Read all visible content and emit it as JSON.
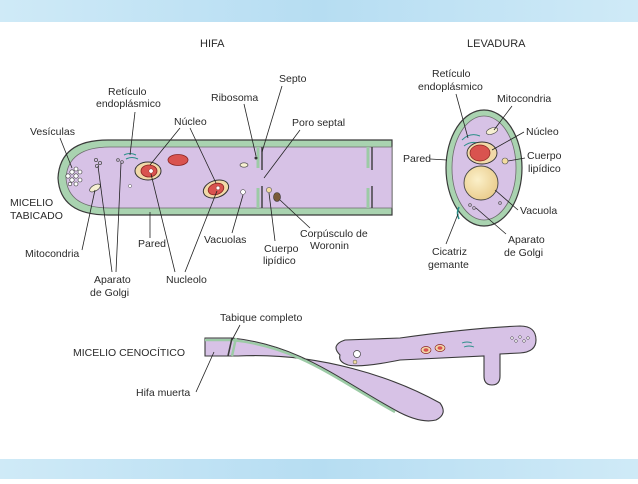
{
  "titles": {
    "hifa": "HIFA",
    "levadura": "LEVADURA",
    "micelio_tabicado": [
      "MICELIO",
      "TABICADO"
    ],
    "micelio_cenocitico": "MICELIO CENOCÍTICO"
  },
  "hifa_labels": {
    "reticulo": [
      "Retículo",
      "endoplásmico"
    ],
    "vesiculas": "Vesículas",
    "nucleo": "Núcleo",
    "ribosoma": "Ribosoma",
    "septo": "Septo",
    "poro_septal": "Poro septal",
    "mitocondria": "Mitocondria",
    "aparato_golgi": [
      "Aparato",
      "de Golgi"
    ],
    "pared": "Pared",
    "nucleolo": "Nucleolo",
    "vacuolas": "Vacuolas",
    "cuerpo_lipidico": [
      "Cuerpo",
      "lipídico"
    ],
    "corpusculo": [
      "Corpúsculo de",
      "Woronin"
    ]
  },
  "levadura_labels": {
    "reticulo": [
      "Retículo",
      "endoplásmico"
    ],
    "mitocondria": "Mitocondria",
    "nucleo": "Núcleo",
    "cuerpo_lipidico": [
      "Cuerpo",
      "lipídico"
    ],
    "pared": "Pared",
    "vacuola": "Vacuola",
    "aparato_golgi": [
      "Aparato",
      "de Golgi"
    ],
    "cicatriz": [
      "Cicatriz",
      "gemante"
    ]
  },
  "cenocitico_labels": {
    "tabique_completo": "Tabique completo",
    "hifa_muerta": "Hifa muerta"
  },
  "colors": {
    "cytoplasm": "#d7c2e6",
    "wall": "#9ccba6",
    "outline": "#3a3a3a",
    "nucleus": "#d9534f",
    "lipid": "#f3dca0",
    "band": "#bfe2f4"
  }
}
